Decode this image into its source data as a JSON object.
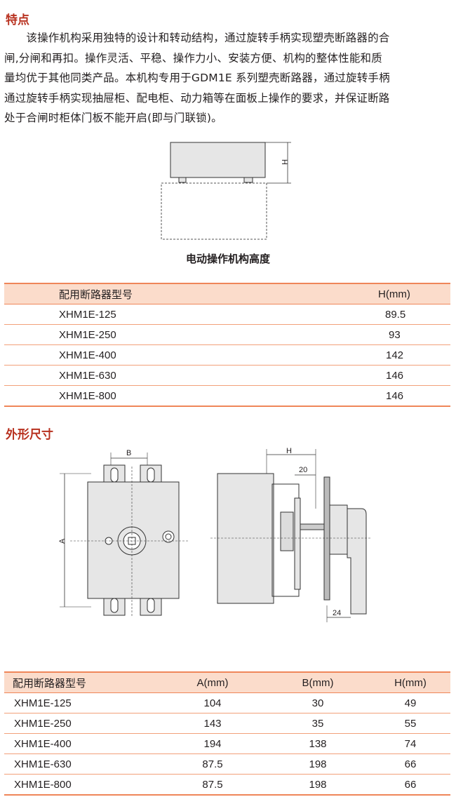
{
  "features": {
    "title": "特点",
    "lines": [
      "　　该操作机构采用独特的设计和转动结构，通过旋转手柄实现塑壳断路器的合",
      "闸,分闸和再扣。操作灵活、平稳、操作力小、安装方便、机构的整体性能和质",
      "量均优于其他同类产品。本机构专用于GDM1E 系列塑壳断路器，通过旋转手柄",
      "通过旋转手柄实现抽屉柜、配电柜、动力箱等在面板上操作的要求，并保证断路",
      "处于合闸时柜体门板不能开启(即与门联锁)。"
    ]
  },
  "height_diagram": {
    "label_h": "H",
    "caption": "电动操作机构高度"
  },
  "height_table": {
    "headers": [
      "配用断路器型号",
      "H(mm)"
    ],
    "rows": [
      [
        "XHM1E-125",
        "89.5"
      ],
      [
        "XHM1E-250",
        "93"
      ],
      [
        "XHM1E-400",
        "142"
      ],
      [
        "XHM1E-630",
        "146"
      ],
      [
        "XHM1E-800",
        "146"
      ]
    ]
  },
  "outline": {
    "title": "外形尺寸",
    "label_a": "A",
    "label_b": "B",
    "label_h": "H",
    "label_20": "20",
    "label_24": "24"
  },
  "dim_table": {
    "headers": [
      "配用断路器型号",
      "A(mm)",
      "B(mm)",
      "H(mm)"
    ],
    "rows": [
      [
        "XHM1E-125",
        "104",
        "30",
        "49"
      ],
      [
        "XHM1E-250",
        "143",
        "35",
        "55"
      ],
      [
        "XHM1E-400",
        "194",
        "138",
        "74"
      ],
      [
        "XHM1E-630",
        "87.5",
        "198",
        "66"
      ],
      [
        "XHM1E-800",
        "87.5",
        "198",
        "66"
      ]
    ]
  },
  "colors": {
    "accent": "#b8311f",
    "table_head": "#fbdccb",
    "rule": "#ef8659"
  }
}
